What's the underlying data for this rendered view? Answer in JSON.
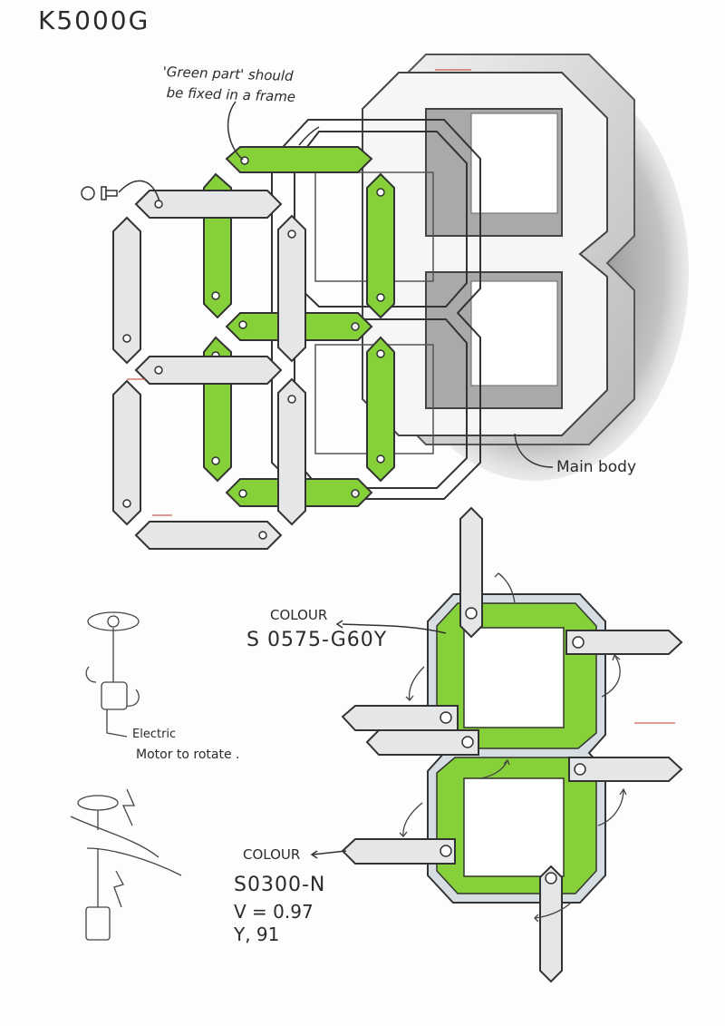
{
  "title": "K5000G",
  "annotations": {
    "green_part_line1": "'Green part' should",
    "green_part_line2": "be fixed in a frame",
    "main_body": "Main body",
    "colour_label_1": "COLOUR",
    "colour_code_1": "S 0575-G60Y",
    "colour_label_2": "COLOUR",
    "colour_code_2": "S0300-N",
    "colour_v": "V = 0.97",
    "colour_y": "Y, 91",
    "motor_line1": "Electric",
    "motor_line2": "Motor to rotate ."
  },
  "colors": {
    "green": "#86d13a",
    "segment_grey": "#e4e6e8",
    "outline": "#444444",
    "shadow": "#8a8a8a"
  },
  "icons": [
    "screw-icon",
    "rotation-arrow-icon",
    "lightning-arrow-icon",
    "motor-icon"
  ]
}
